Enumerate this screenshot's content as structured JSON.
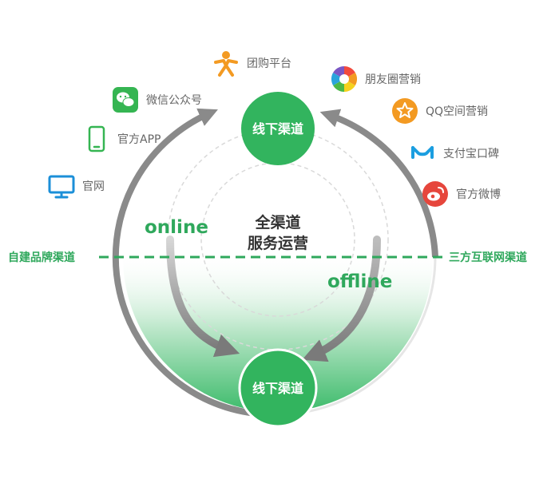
{
  "diagram": {
    "top_node": "线下渠道",
    "bottom_node": "线下渠道",
    "center_line1": "全渠道",
    "center_line2": "服务运营",
    "online": "online",
    "offline": "offline",
    "left_side": "自建品牌渠道",
    "right_side": "三方互联网渠道"
  },
  "channels_left": [
    {
      "label": "团购平台",
      "icon": "group-buy-icon"
    },
    {
      "label": "微信公众号",
      "icon": "wechat-icon"
    },
    {
      "label": "官方APP",
      "icon": "mobile-app-icon"
    },
    {
      "label": "官网",
      "icon": "monitor-icon"
    }
  ],
  "channels_right": [
    {
      "label": "朋友圈营销",
      "icon": "moments-icon"
    },
    {
      "label": "QQ空间营销",
      "icon": "qzone-icon"
    },
    {
      "label": "支付宝口碑",
      "icon": "alipay-koubei-icon"
    },
    {
      "label": "官方微博",
      "icon": "weibo-icon"
    }
  ],
  "colors": {
    "green": "#2fa85c",
    "node_green": "#32b45e",
    "gray_arc": "#8a8a8a",
    "light_gray": "#e2e2e2",
    "text_gray": "#666666",
    "orange": "#f39a22",
    "blue": "#1b8fd8",
    "weibo_red": "#e6463c"
  }
}
